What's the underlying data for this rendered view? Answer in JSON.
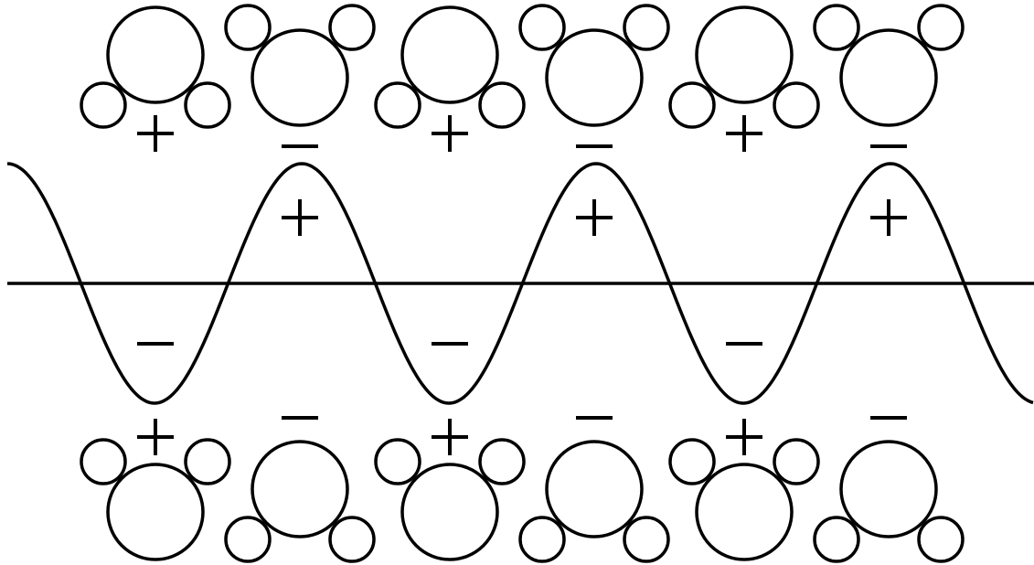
{
  "diagram": {
    "signs": {
      "plus": "+",
      "minus": "−"
    },
    "wave": {
      "peak_labels": [
        "+",
        "+",
        "+"
      ],
      "trough_labels": [
        "−",
        "−",
        "−"
      ]
    },
    "top_row": {
      "molecules": [
        {
          "lobes": "down",
          "charge": "+"
        },
        {
          "lobes": "up",
          "charge": "−"
        },
        {
          "lobes": "down",
          "charge": "+"
        },
        {
          "lobes": "up",
          "charge": "−"
        },
        {
          "lobes": "down",
          "charge": "+"
        },
        {
          "lobes": "up",
          "charge": "−"
        }
      ]
    },
    "bottom_row": {
      "molecules": [
        {
          "lobes": "up",
          "charge": "+"
        },
        {
          "lobes": "down",
          "charge": "−"
        },
        {
          "lobes": "up",
          "charge": "+"
        },
        {
          "lobes": "down",
          "charge": "−"
        },
        {
          "lobes": "up",
          "charge": "+"
        },
        {
          "lobes": "down",
          "charge": "−"
        }
      ]
    },
    "colors": {
      "stroke": "#000000",
      "background": "#ffffff"
    }
  }
}
